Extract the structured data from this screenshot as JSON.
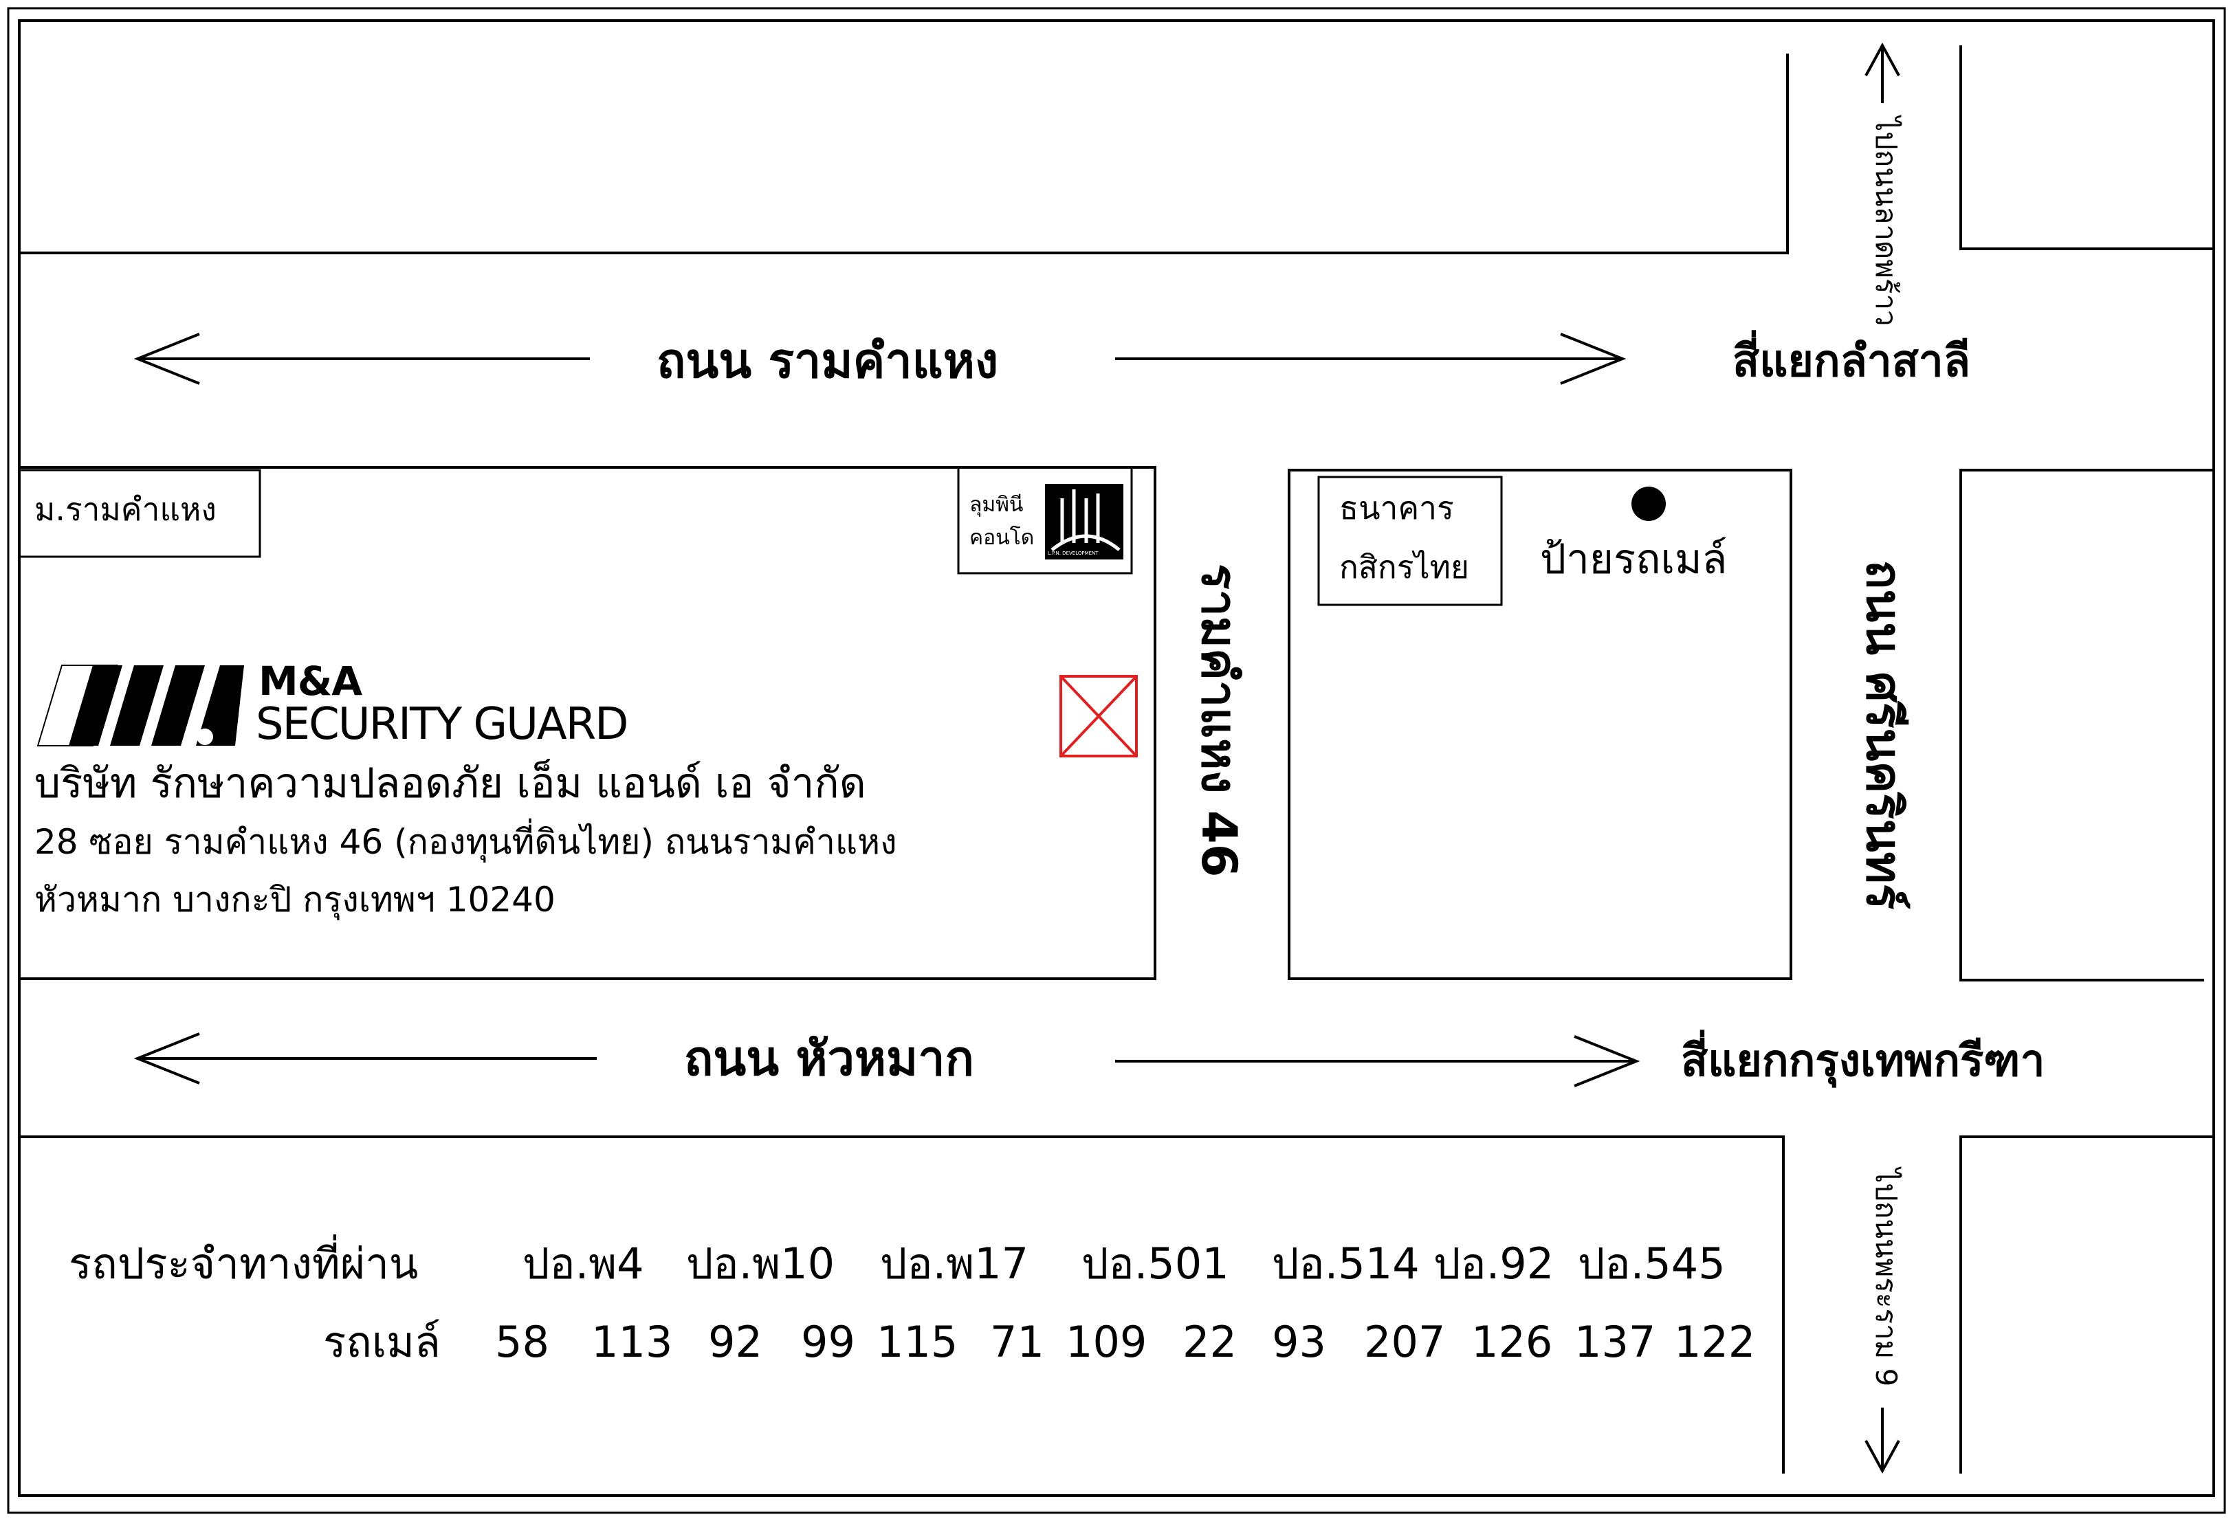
{
  "roads": {
    "ramkhamhaeng": "ถนน รามคำแหง",
    "huamark": "ถนน หัวหมาก",
    "soi46": "รามคำแหง 46",
    "srinakarin": "ถนน ศรีนครินทร์"
  },
  "junctions": {
    "lamsali": "สี่แยกลำสาลี",
    "krungthepkreetha": "สี่แยกกรุงเทพกรีฑา"
  },
  "directions": {
    "to_lat_phrao": "ไปถนนลาดพร้าว",
    "to_rama9": "ไปถนนพระราม 9"
  },
  "places": {
    "ram_university": "ม.รามคำแหง",
    "lumpini_line1": "ลุมพินี",
    "lumpini_line2": "คอนโด",
    "lpn_text": "L.P.N. DEVELOPMENT",
    "bank_line1": "ธนาคาร",
    "bank_line2": "กสิกรไทย",
    "bus_stop": "ป้ายรถเมล์"
  },
  "company": {
    "logo_line1": "M&A",
    "logo_line2": "SECURITY GUARD",
    "name": "บริษัท รักษาความปลอดภัย เอ็ม แอนด์ เอ จำกัด",
    "address_line1": "28 ซอย รามคำแหง 46 (กองทุนที่ดินไทย) ถนนรามคำแหง",
    "address_line2": "หัวหมาก บางกะปิ กรุงเทพฯ 10240"
  },
  "transit": {
    "label": "รถประจำทางที่ผ่าน",
    "routes": [
      "ปอ.พ4",
      "ปอ.พ10",
      "ปอ.พ17",
      "ปอ.501",
      "ปอ.514",
      "ปอ.92",
      "ปอ.545"
    ],
    "bus_label": "รถเมล์",
    "bus_numbers": [
      "58",
      "113",
      "92",
      "99",
      "115",
      "71",
      "109",
      "22",
      "93",
      "207",
      "126",
      "137",
      "122"
    ]
  },
  "colors": {
    "line": "#000000",
    "marker": "#e02020",
    "background": "#ffffff"
  }
}
